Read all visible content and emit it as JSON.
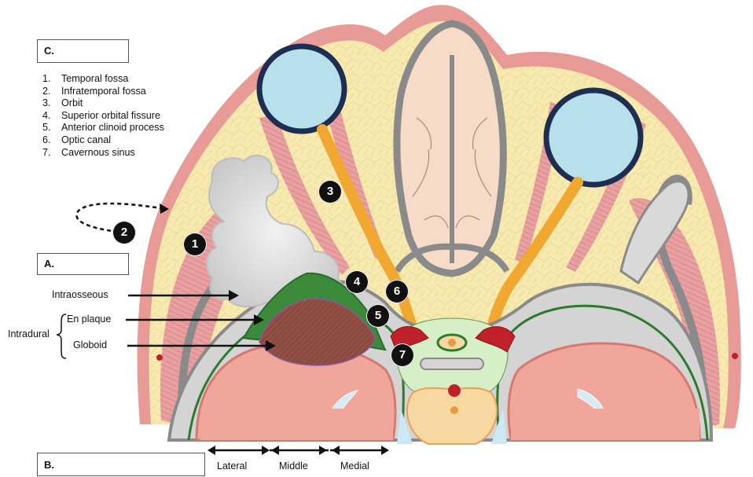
{
  "panels": {
    "a": "A.",
    "b": "B.",
    "c": "C."
  },
  "legend": [
    {
      "num": "1.",
      "text": "Temporal fossa"
    },
    {
      "num": "2.",
      "text": "Infratemporal fossa"
    },
    {
      "num": "3.",
      "text": "Orbit"
    },
    {
      "num": "4.",
      "text": "Superior orbital fissure"
    },
    {
      "num": "5.",
      "text": "Anterior clinoid process"
    },
    {
      "num": "6.",
      "text": "Optic canal"
    },
    {
      "num": "7.",
      "text": "Cavernous sinus"
    }
  ],
  "markers": [
    "1",
    "2",
    "3",
    "4",
    "5",
    "6",
    "7"
  ],
  "types": {
    "intraosseous": "Intraosseous",
    "intradural": "Intradural",
    "en_plaque": "En plaque",
    "globoid": "Globoid"
  },
  "zones": {
    "lateral": "Lateral",
    "middle": "Middle",
    "medial": "Medial"
  },
  "colors": {
    "skin": "#e89a96",
    "fat": "#f7eab0",
    "muscle": "#e8a0a0",
    "bone": "#8a8a8a",
    "nerve": "#f0a830",
    "tumor_plaque": "#3a8a3a",
    "tumor_globoid": "#8b4a3f",
    "brain": "#f0a69a",
    "globe_border": "#1e2e50",
    "globe_fill": "#b8e0ec",
    "vessel": "#c0202a"
  }
}
